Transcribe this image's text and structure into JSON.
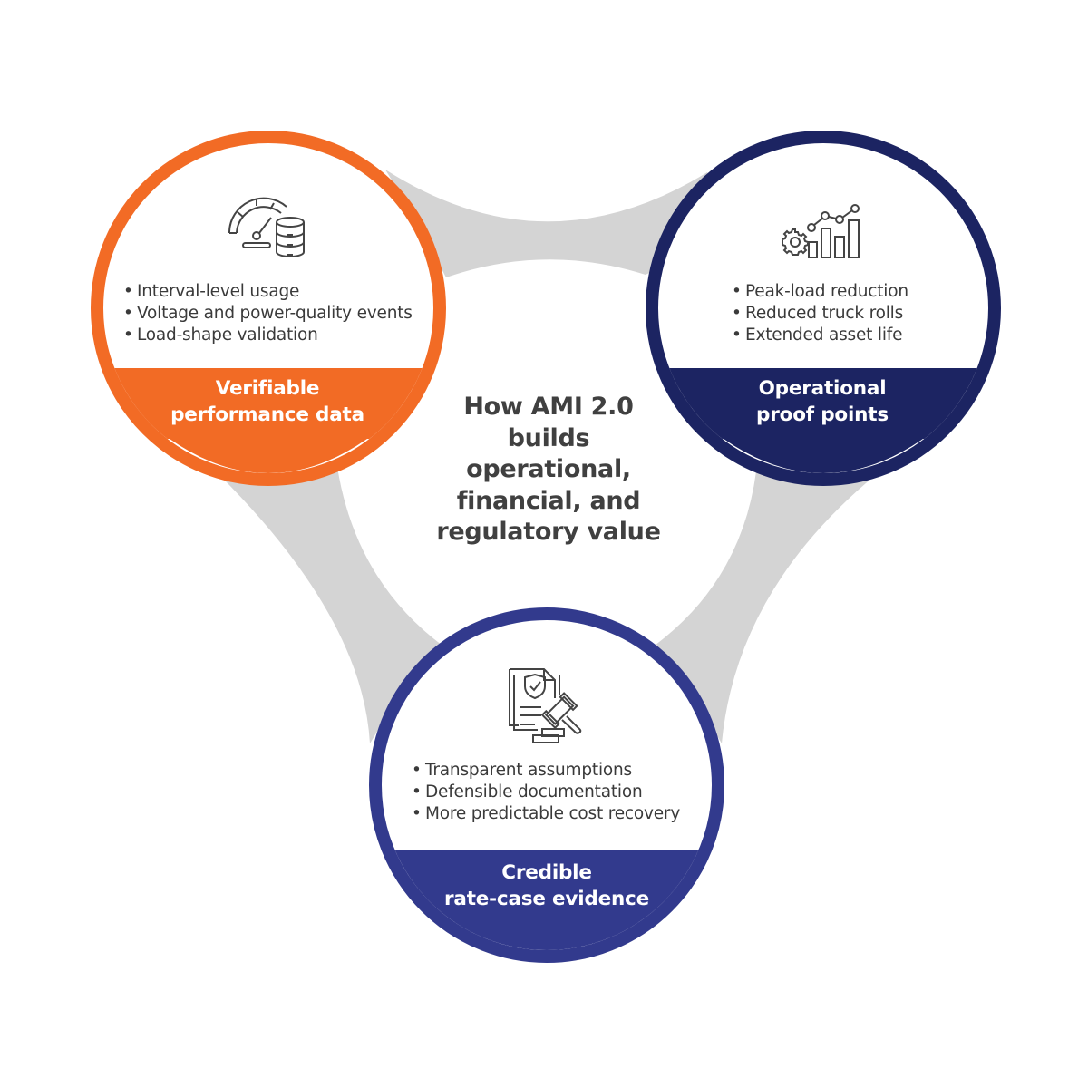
{
  "diagram": {
    "title_lines": [
      "How AMI 2.0",
      "builds",
      "operational,",
      "financial, and",
      "regulatory value"
    ],
    "connector_color": "#d4d4d4",
    "text_color": "#404040"
  },
  "nodes": [
    {
      "id": "verifiable",
      "color": "#f26b25",
      "icon": "gauge-database-icon",
      "label_lines": [
        "Verifiable",
        "performance data"
      ],
      "bullets": [
        "Interval-level usage",
        "Voltage and power-quality events",
        "Load-shape validation"
      ]
    },
    {
      "id": "operational",
      "color": "#1c2462",
      "icon": "gear-bar-chart-icon",
      "label_lines": [
        "Operational",
        "proof points"
      ],
      "bullets": [
        "Peak-load reduction",
        "Reduced truck rolls",
        "Extended asset life"
      ]
    },
    {
      "id": "credible",
      "color": "#323a8d",
      "icon": "document-gavel-icon",
      "label_lines": [
        "Credible",
        "rate-case evidence"
      ],
      "bullets": [
        "Transparent assumptions",
        "Defensible documentation",
        "More predictable cost recovery"
      ]
    }
  ]
}
